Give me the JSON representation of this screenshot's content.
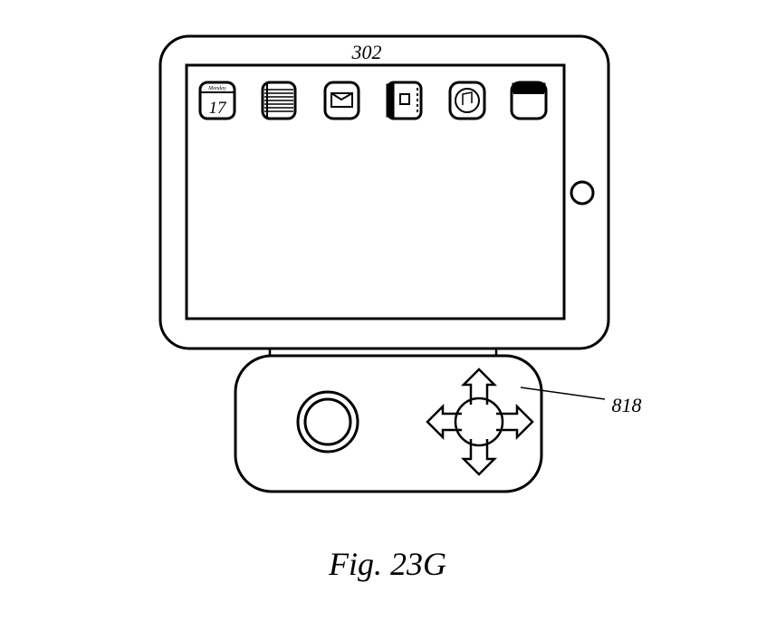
{
  "labels": {
    "tablet_ref": "302",
    "controller_ref": "818",
    "caption": "Fig. 23G"
  },
  "calendar_icon": {
    "day": "Monday",
    "date": "17"
  },
  "icons": [
    "calendar-icon",
    "notes-icon",
    "mail-icon",
    "contacts-icon",
    "music-icon",
    "video-icon"
  ],
  "colors": {
    "line": "#000000",
    "background": "#ffffff"
  }
}
